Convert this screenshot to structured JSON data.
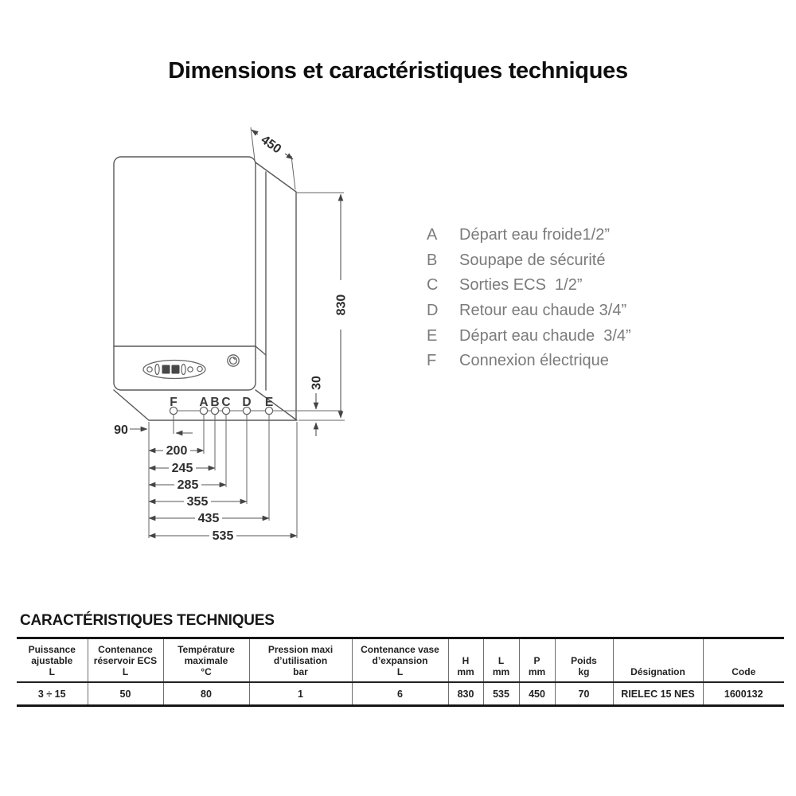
{
  "page": {
    "title": "Dimensions et caractéristiques techniques"
  },
  "legend": {
    "items": [
      {
        "key": "A",
        "label": "Départ eau froide1/2”"
      },
      {
        "key": "B",
        "label": "Soupape de sécurité"
      },
      {
        "key": "C",
        "label": "Sorties ECS  1/2”"
      },
      {
        "key": "D",
        "label": "Retour eau chaude 3/4”"
      },
      {
        "key": "E",
        "label": "Départ eau chaude  3/4”"
      },
      {
        "key": "F",
        "label": "Connexion électrique"
      }
    ]
  },
  "diagram": {
    "connections": [
      "F",
      "A",
      "B",
      "C",
      "D",
      "E"
    ],
    "dims": {
      "depth": "450",
      "height": "830",
      "bottom_offset": "30",
      "left_offset": "90"
    },
    "chain": [
      "200",
      "245",
      "285",
      "355",
      "435",
      "535"
    ]
  },
  "table": {
    "title": "CARACTÉRISTIQUES TECHNIQUES",
    "columns": [
      {
        "header": "Puissance\najustable\nL",
        "value": "3 ÷ 15"
      },
      {
        "header": "Contenance\nréservoir ECS\nL",
        "value": "50"
      },
      {
        "header": "Température\nmaximale\n°C",
        "value": "80"
      },
      {
        "header": "Pression maxi\nd’utilisation\nbar",
        "value": "1"
      },
      {
        "header": "Contenance vase\nd’expansion\nL",
        "value": "6"
      },
      {
        "header": "H\nmm",
        "value": "830"
      },
      {
        "header": "L\nmm",
        "value": "535"
      },
      {
        "header": "P\nmm",
        "value": "450"
      },
      {
        "header": "Poids\nkg",
        "value": "70"
      },
      {
        "header": "Désignation",
        "value": "RIELEC 15 NES"
      },
      {
        "header": "Code",
        "value": "1600132"
      }
    ]
  }
}
